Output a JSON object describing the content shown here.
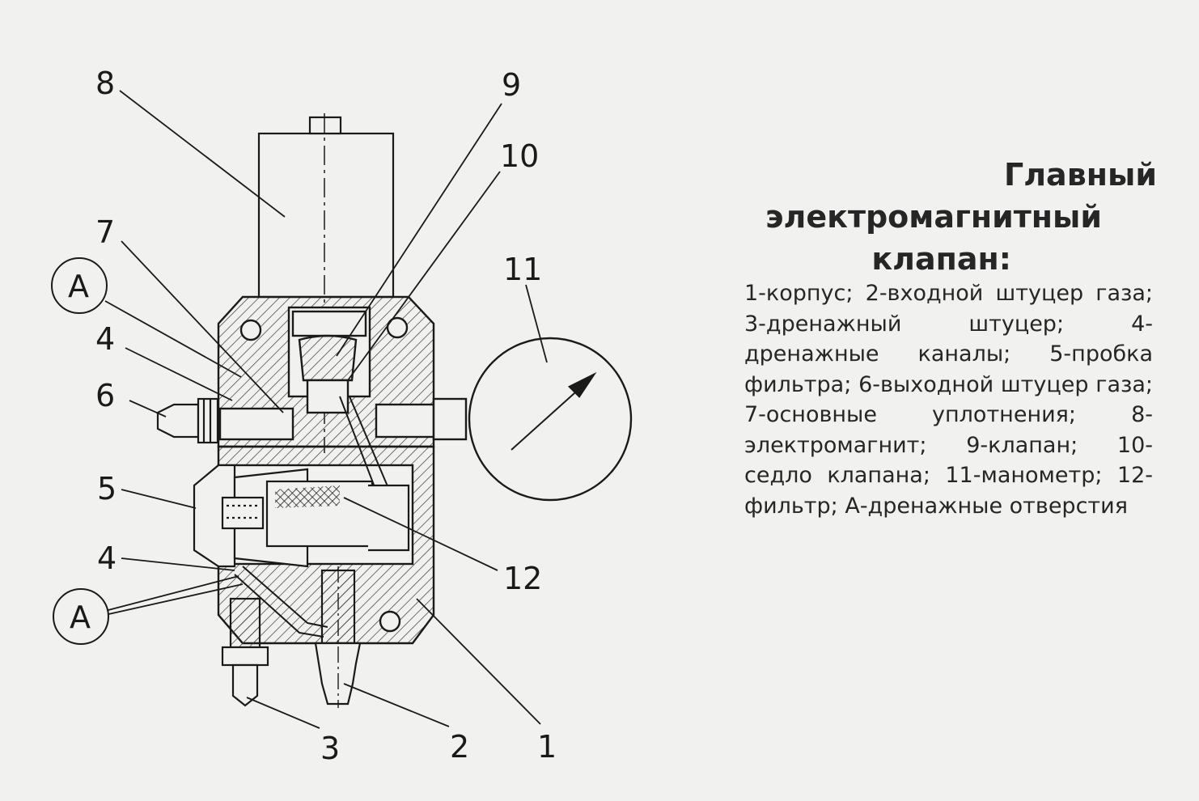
{
  "title": {
    "line1": "Главный",
    "line2": "электромагнитный",
    "line3": "клапан:"
  },
  "legend_text": "1-корпус; 2-входной штуцер газа; 3-дренажный штуцер; 4-дренажные каналы; 5-пробка фильтра; 6-выходной штуцер газа; 7-основные уплотнения; 8-электромагнит; 9-клапан; 10-седло клапана; 11-манометр; 12-фильтр; А-дренажные отверстия",
  "callouts": {
    "c1": "1",
    "c2": "2",
    "c3": "3",
    "c4_top": "4",
    "c4_bottom": "4",
    "c5": "5",
    "c6": "6",
    "c7": "7",
    "c8": "8",
    "c9": "9",
    "c10": "10",
    "c11": "11",
    "c12": "12",
    "a_top": "А",
    "a_bottom": "А"
  },
  "colors": {
    "ink": "#1a1a1a",
    "paper": "#f1f1f0",
    "hatch": "#3a3a3a"
  }
}
